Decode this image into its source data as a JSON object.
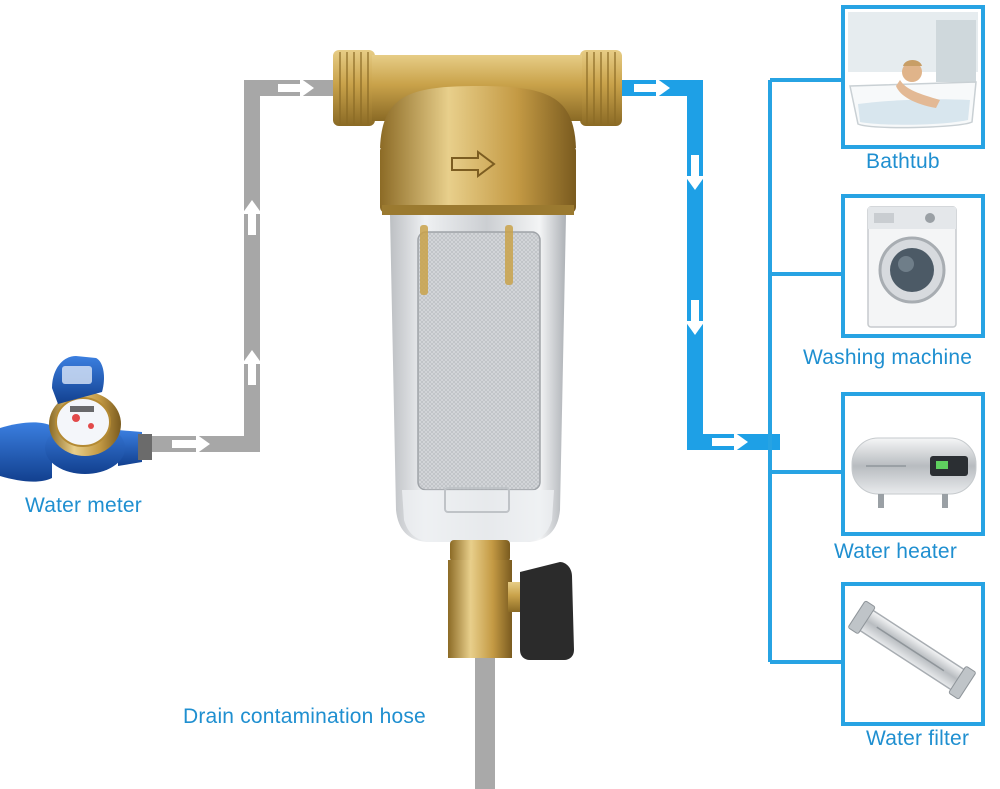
{
  "labels": {
    "water_meter": "Water meter",
    "drain_hose": "Drain contamination hose",
    "bathtub": "Bathtub",
    "washing_machine": "Washing machine",
    "water_heater": "Water heater",
    "water_filter": "Water filter"
  },
  "colors": {
    "inlet_pipe": "#a7a7a7",
    "outlet_pipe": "#1ea0e6",
    "label_text": "#1f8fd0",
    "frame": "#27a3e3",
    "brass": "#c9a24a",
    "meter_body": "#1d58b8"
  }
}
